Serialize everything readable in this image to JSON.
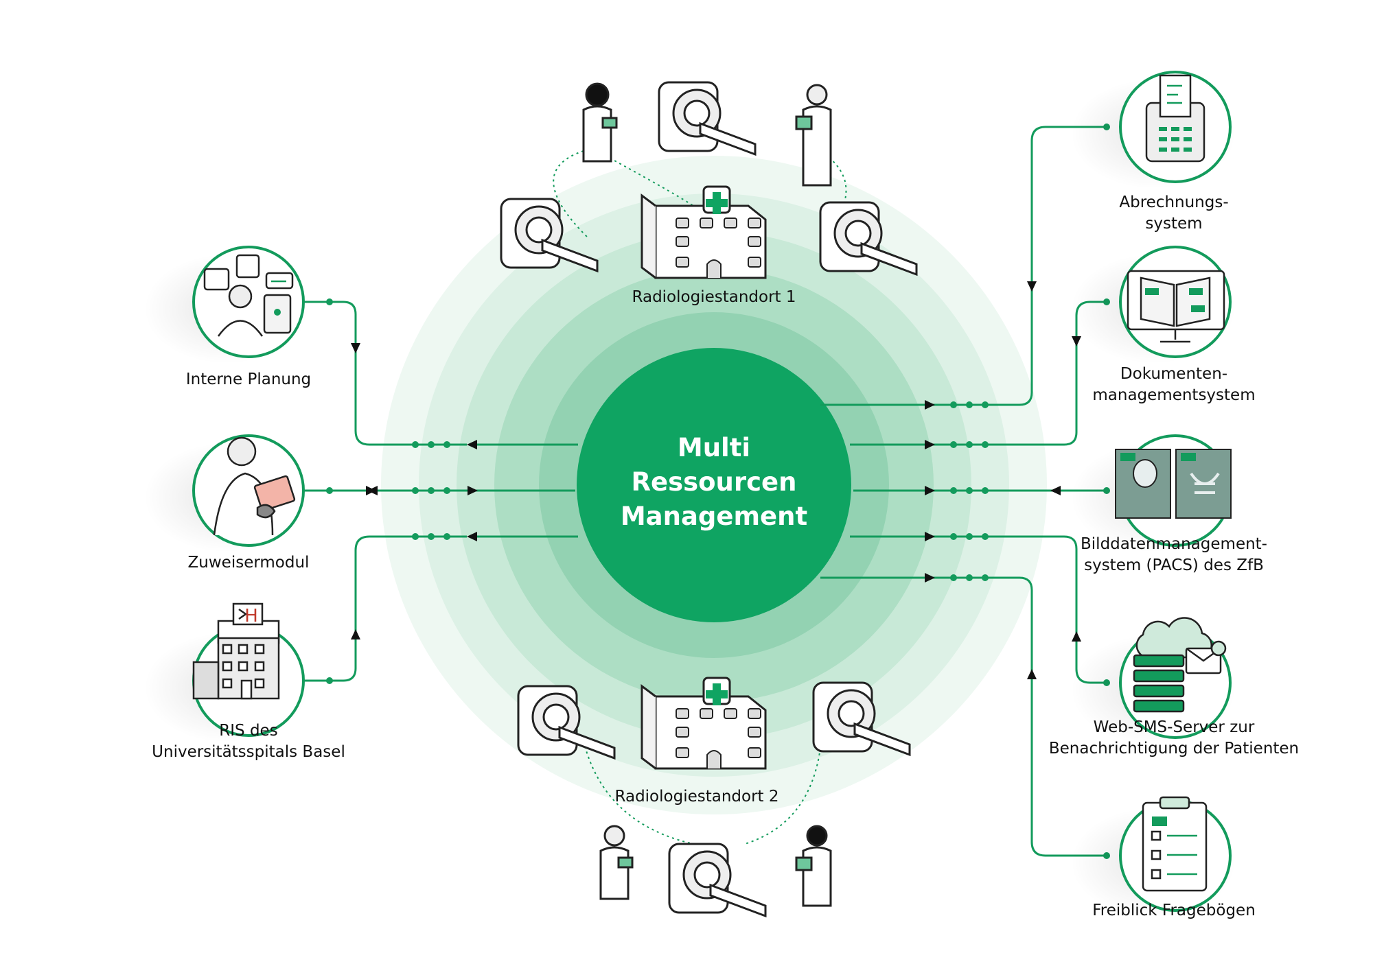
{
  "center": {
    "lines": [
      "Multi",
      "Ressourcen",
      "Management"
    ]
  },
  "sites": {
    "site1": "Radiologiestandort 1",
    "site2": "Radiologiestandort 2"
  },
  "left_nodes": {
    "internal_planning": [
      "Interne Planung"
    ],
    "referrer_module": [
      "Zuweisermodul"
    ],
    "ris_basel": [
      "RIS des",
      "Universitätsspitals Basel"
    ]
  },
  "right_nodes": {
    "billing": [
      "Abrechnungs-",
      "system"
    ],
    "dms": [
      "Dokumenten-",
      "managementsystem"
    ],
    "pacs": [
      "Bilddatenmanagement-",
      "system (PACS) des ZfB"
    ],
    "sms_server": [
      "Web-SMS-Server zur",
      "Benachrichtigung der Patienten"
    ],
    "questionnaires": [
      "Freiblick Fragebögen"
    ]
  },
  "icons": {
    "internal_planning": "doctor-with-schedule-icon",
    "referrer_module": "doctor-with-tablet-icon",
    "ris_basel": "hospital-building-icon",
    "billing": "billing-terminal-icon",
    "dms": "document-monitor-icon",
    "pacs": "xray-images-icon",
    "sms_server": "cloud-server-mail-icon",
    "questionnaires": "clipboard-questionnaire-icon",
    "ris_logo_letter": "H"
  },
  "colors": {
    "accent": "#0FA462",
    "ring_light": "#E3F4EB",
    "line": "#139B5C",
    "text": "#111111"
  }
}
